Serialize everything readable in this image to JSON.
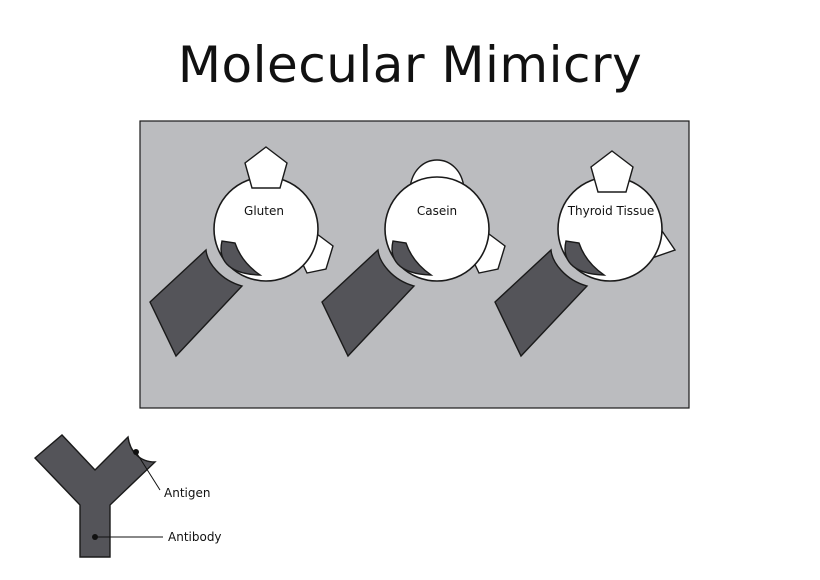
{
  "title": "Molecular Mimicry",
  "colors": {
    "panel_fill": "#bbbcbf",
    "antibody_fill": "#545459",
    "antigen_fill": "#ffffff",
    "outline": "#1a1a1a"
  },
  "antigens": [
    {
      "label": "Gluten",
      "top_epitope": "pentagon",
      "side_epitope": "pentagon"
    },
    {
      "label": "Casein",
      "top_epitope": "dome",
      "side_epitope": "pentagon"
    },
    {
      "label": "Thyroid Tissue",
      "top_epitope": "pentagon",
      "side_epitope": "triangle"
    }
  ],
  "legend": {
    "antigen_label": "Antigen",
    "antibody_label": "Antibody"
  }
}
